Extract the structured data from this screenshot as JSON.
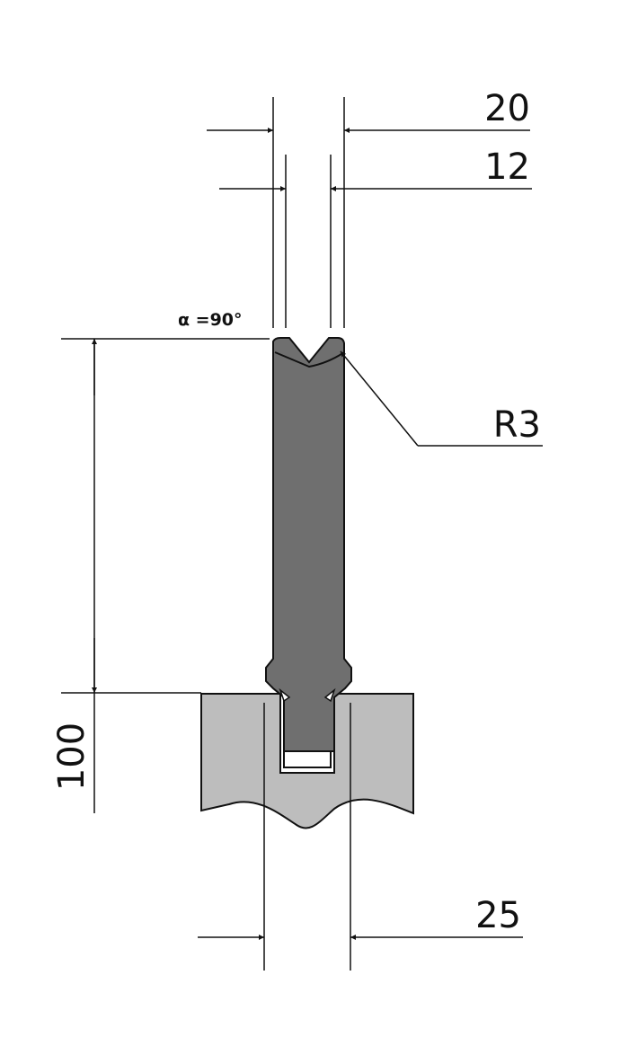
{
  "colors": {
    "line": "#111111",
    "punch_fill": "#6f6f6f",
    "holder_fill": "#bdbdbd",
    "background": "#ffffff"
  },
  "dimensions": {
    "width_top": "20",
    "width_tip": "12",
    "angle": "α =90°",
    "radius": "R3",
    "height": "100",
    "base_width": "25"
  }
}
